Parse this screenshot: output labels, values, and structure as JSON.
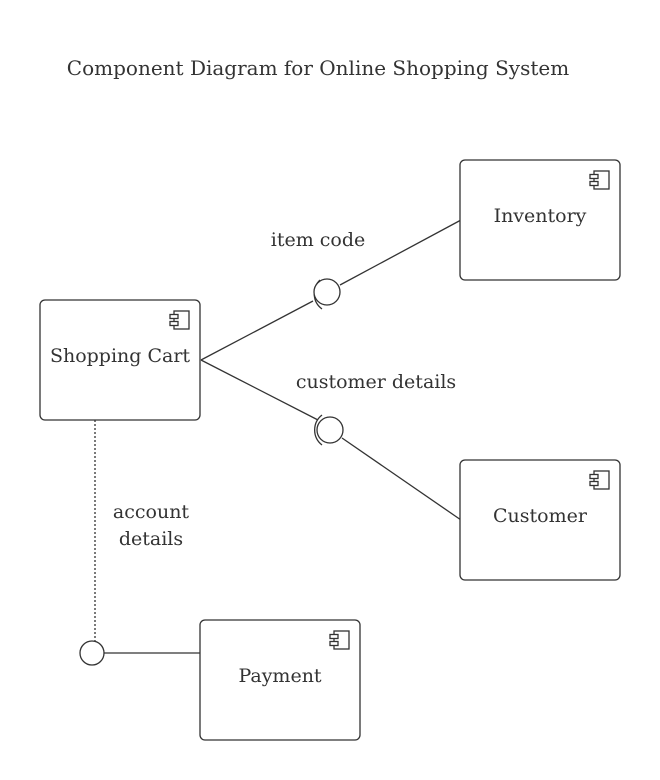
{
  "diagram": {
    "title": "Component Diagram for Online Shopping System",
    "components": {
      "inventory": "Inventory",
      "shopping_cart": "Shopping Cart",
      "customer": "Customer",
      "payment": "Payment"
    },
    "interfaces": {
      "item_code": "item code",
      "customer_details": "customer details",
      "account_details_line1": "account",
      "account_details_line2": "details"
    },
    "icons": {
      "component": "component-icon",
      "provided_interface": "lollipop-interface-icon",
      "required_interface": "socket-interface-icon"
    },
    "colors": {
      "stroke": "#333333",
      "background": "#ffffff"
    }
  }
}
